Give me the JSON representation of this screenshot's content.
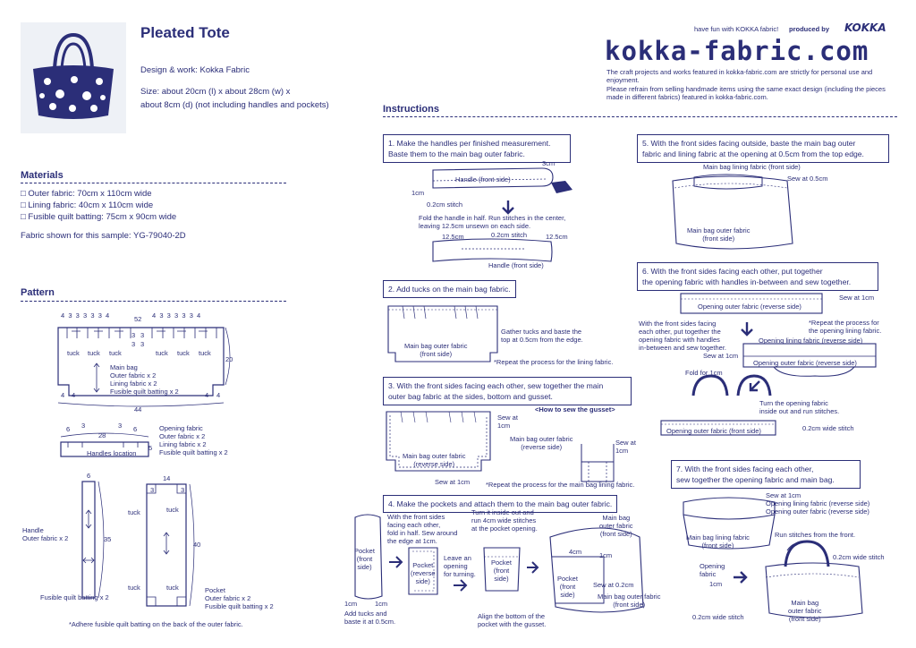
{
  "colors": {
    "ink": "#2b2e78",
    "paper": "#ffffff",
    "photo_bg": "#eef1f6"
  },
  "header": {
    "title": "Pleated Tote",
    "design": "Design & work: Kokka Fabric",
    "size_line1": "Size: about 20cm (l) x about 28cm (w) x",
    "size_line2": "about 8cm (d) (not including handles and pockets)",
    "tagline": "have fun with KOKKA fabric!",
    "produced_by": "produced by",
    "brand": "KOKKA",
    "site": "kokka-fabric.com",
    "notice1": "The craft projects and works featured in kokka-fabric.com are strictly for personal use and",
    "notice2": "enjoyment.",
    "notice3": "Please refrain from selling handmade items using the same exact design (including the pieces",
    "notice4": "made in different fabrics) featured in kokka-fabric.com."
  },
  "materials": {
    "heading": "Materials",
    "items": [
      "Outer fabric: 70cm x 110cm wide",
      "Lining fabric: 40cm x 110cm wide",
      "Fusible quilt batting: 75cm x 90cm wide"
    ],
    "sample": "Fabric shown for this sample: YG-79040-2D"
  },
  "pattern": {
    "heading": "Pattern",
    "top_dims_left": "4  3  3  3  3  3  4",
    "top_dim_center": "52",
    "top_dims_right": "4  3  3  3  3  3  4",
    "tuck": "tuck",
    "three": "3",
    "main_bag": [
      "Main bag",
      "Outer fabric x 2",
      "Lining fabric x 2",
      "Fusible quilt batting x 2"
    ],
    "dim_20": "20",
    "dim_44": "44",
    "dim_4": "4",
    "opening": [
      "Opening fabric",
      "Outer fabric x 2",
      "Lining fabric x 2",
      "Fusible quilt batting x 2"
    ],
    "dim_6": "6",
    "dim_28": "28",
    "dim_5": "5",
    "handles_location": "Handles location",
    "handle_dim_6": "6",
    "handle_dim_35": "35",
    "handle": [
      "Handle",
      "Outer fabric x 2"
    ],
    "fusible": "Fusible quilt batting x 2",
    "pocket_dim_14": "14",
    "pocket_dim_40": "40",
    "pocket": [
      "Pocket",
      "Outer fabric x 2",
      "Fusible quilt batting x 2"
    ],
    "adhere_note": "*Adhere fusible quilt batting on the back of the outer fabric."
  },
  "instructions": {
    "heading": "Instructions",
    "s1": [
      "1. Make the handles per finished measurement.",
      "Baste them to the main bag outer fabric."
    ],
    "s1_labels": {
      "cm3": "3cm",
      "cm1": "1cm",
      "handle_front": "Handle (front side)",
      "stitch02": "0.2cm stitch",
      "fold1": "Fold the handle in half. Run stitches in the center,",
      "fold2": "leaving 12.5cm unsewn on each side.",
      "l125": "12.5cm",
      "r125": "12.5cm",
      "stitch02b": "0.2cm stitch",
      "handle_front2": "Handle (front side)"
    },
    "s2": "2. Add tucks on the main bag fabric.",
    "s2_labels": {
      "outer1": "Main bag outer fabric",
      "outer2": "(front side)",
      "gather1": "Gather tucks and baste the",
      "gather2": "top at 0.5cm from the edge.",
      "repeat": "*Repeat the process for the lining fabric."
    },
    "s3": [
      "3. With the front sides facing each other, sew together the main",
      "outer bag fabric at the sides, bottom and gusset."
    ],
    "s3_labels": {
      "gusset": "<How to sew the gusset>",
      "sew1": "Sew at",
      "sew1b": "1cm",
      "outer_rev1": "Main bag outer fabric",
      "outer_rev2": "(reverse side)",
      "mbo1": "Main bag outer fabric",
      "mbo2": "(reverse side)",
      "sewat": "Sew at",
      "sewat2": "1cm",
      "sew1cm": "Sew at 1cm",
      "repeat": "*Repeat the process for the main bag lining fabric."
    },
    "s4": "4. Make the pockets and attach them to the main bag outer fabric.",
    "s4_labels": {
      "pocket_front": [
        "Pocket",
        "(front",
        "side)"
      ],
      "fold": [
        "With the front sides",
        "facing each other,",
        "fold in half. Sew around",
        "the edge at 1cm."
      ],
      "pocket_rev": [
        "Pocket",
        "(reverse",
        "side)"
      ],
      "leave": [
        "Leave an",
        "opening",
        "for turning."
      ],
      "turn": [
        "Turn it inside out and",
        "run 4cm wide stitches",
        "at the pocket opening."
      ],
      "pocket_front2": [
        "Pocket",
        "(front",
        "side)"
      ],
      "mbo": [
        "Main bag",
        "outer fabric",
        "(front side)"
      ],
      "cm4": "4cm",
      "cm1": "1cm",
      "pocket3": [
        "Pocket",
        "(front",
        "side)"
      ],
      "sew02": "Sew at 0.2cm",
      "mbo_front": [
        "Main bag outer fabric",
        "(front side)"
      ],
      "add": [
        "Add tucks and",
        "baste it at 0.5cm."
      ],
      "cm1b": "1cm",
      "cm1c": "1cm",
      "align": [
        "Align the bottom of the",
        "pocket with the gusset."
      ]
    },
    "s5": [
      "5. With the front sides facing outside, baste the main bag outer",
      "fabric and lining fabric at the opening at 0.5cm from the top edge."
    ],
    "s5_labels": {
      "lining": "Main bag lining fabric (front side)",
      "sew05": "Sew at 0.5cm",
      "outer": [
        "Main bag outer fabric",
        "(front side)"
      ]
    },
    "s6": [
      "6. With the front sides facing each other, put together",
      "the opening fabric with handles in-between and sew together."
    ],
    "s6_labels": {
      "opening_outer": "Opening outer fabric (reverse side)",
      "sew1": "Sew at 1cm",
      "repeat": [
        "*Repeat the process for",
        "the opening lining fabric."
      ],
      "with": [
        "With the front sides facing",
        "each other, put together the",
        "opening fabric with handles",
        "in-between and sew together."
      ],
      "opening_lining": "Opening lining fabric (reverse side)",
      "sew1b": "Sew at 1cm",
      "opening_outer2": "Opening outer fabric (reverse side)",
      "fold": "Fold for 1cm",
      "turn": [
        "Turn the opening fabric",
        "inside out and run stitches."
      ],
      "opening_front": "Opening outer fabric (front side)",
      "stitch02": "0.2cm wide stitch"
    },
    "s7": [
      "7. With the front sides facing each other,",
      "sew together the opening fabric and main bag."
    ],
    "s7_labels": {
      "sew1": "Sew at 1cm",
      "olr": "Opening lining fabric (reverse side)",
      "oor": "Opening outer fabric (reverse side)",
      "mblf": [
        "Main bag lining fabric",
        "(front side)"
      ],
      "run": "Run stitches from the front.",
      "ws02": "0.2cm wide stitch",
      "opening": [
        "Opening",
        "fabric"
      ],
      "cm1": "1cm",
      "mbof": [
        "Main bag",
        "outer fabric",
        "(front side)"
      ],
      "ws02b": "0.2cm wide stitch"
    }
  }
}
